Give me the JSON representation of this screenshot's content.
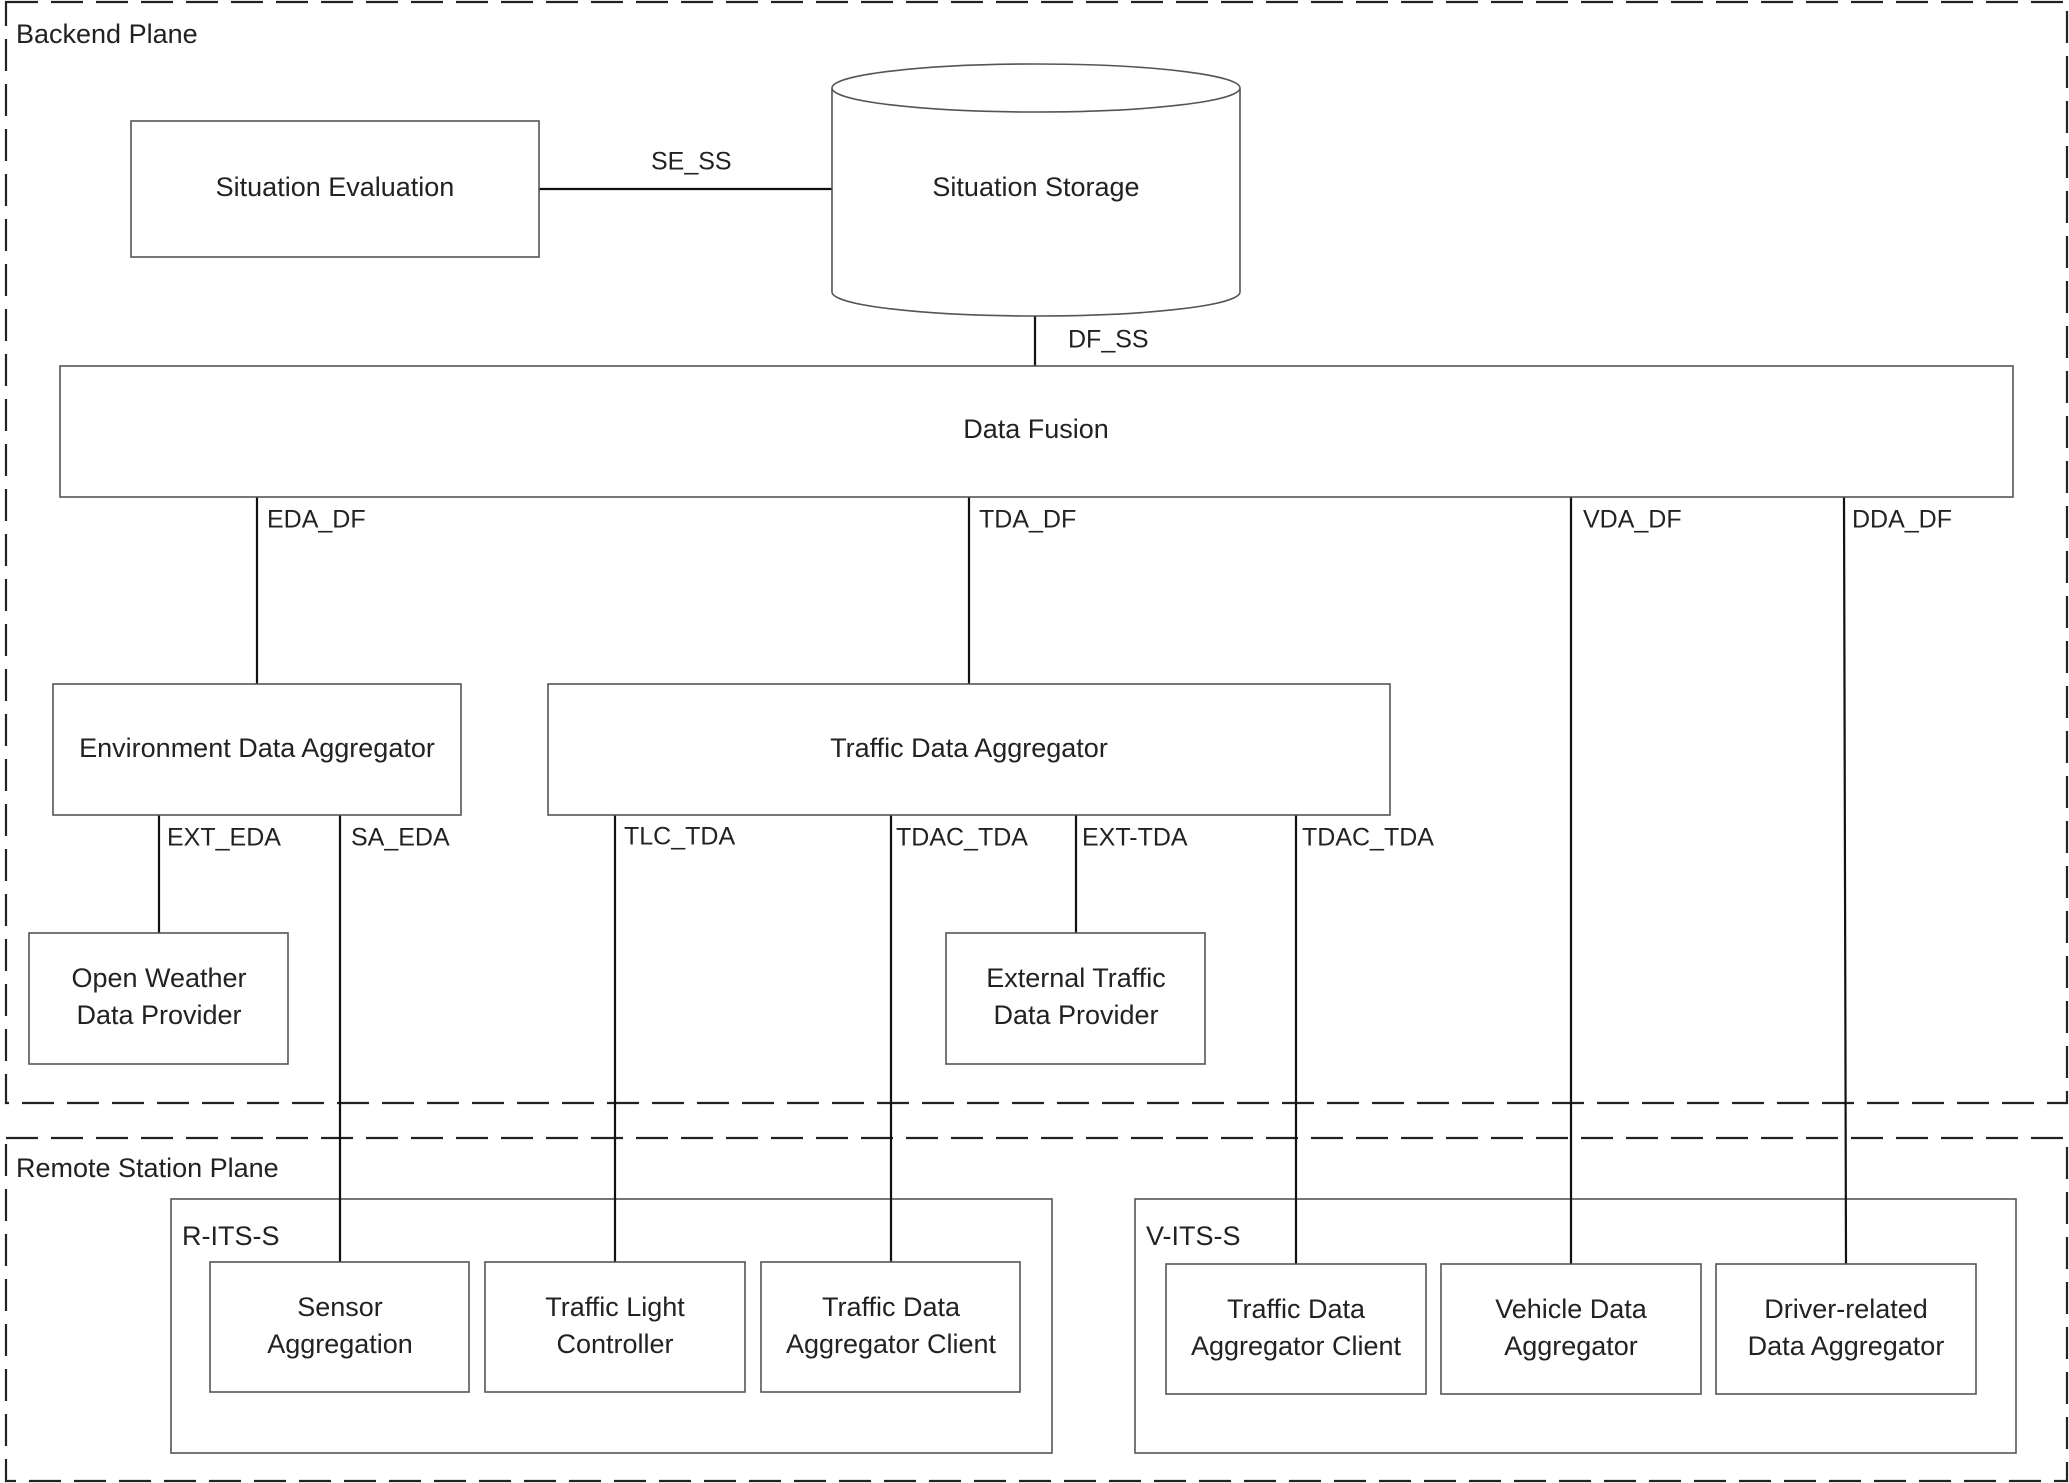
{
  "planes": {
    "backend": "Backend Plane",
    "remote": "Remote Station Plane"
  },
  "groups": {
    "rits": "R-ITS-S",
    "vits": "V-ITS-S"
  },
  "components": {
    "situation_evaluation": "Situation Evaluation",
    "situation_storage": "Situation Storage",
    "data_fusion": "Data Fusion",
    "environment_data_aggregator": "Environment Data Aggregator",
    "traffic_data_aggregator": "Traffic Data Aggregator",
    "open_weather_data_provider": [
      "Open Weather",
      "Data Provider"
    ],
    "external_traffic_data_provider": [
      "External Traffic",
      "Data Provider"
    ],
    "sensor_aggregation": [
      "Sensor",
      "Aggregation"
    ],
    "traffic_light_controller": [
      "Traffic Light",
      "Controller"
    ],
    "traffic_data_aggregator_client_r": [
      "Traffic Data",
      "Aggregator Client"
    ],
    "traffic_data_aggregator_client_v": [
      "Traffic Data",
      "Aggregator Client"
    ],
    "vehicle_data_aggregator": [
      "Vehicle Data",
      "Aggregator"
    ],
    "driver_related_data_aggregator": [
      "Driver-related",
      "Data Aggregator"
    ]
  },
  "interfaces": {
    "se_ss": "SE_SS",
    "df_ss": "DF_SS",
    "eda_df": "EDA_DF",
    "tda_df": "TDA_DF",
    "vda_df": "VDA_DF",
    "dda_df": "DDA_DF",
    "ext_eda": "EXT_EDA",
    "sa_eda": "SA_EDA",
    "tlc_tda": "TLC_TDA",
    "tdac_tda_r": "TDAC_TDA",
    "ext_tda": "EXT-TDA",
    "tdac_tda_v": "TDAC_TDA"
  }
}
